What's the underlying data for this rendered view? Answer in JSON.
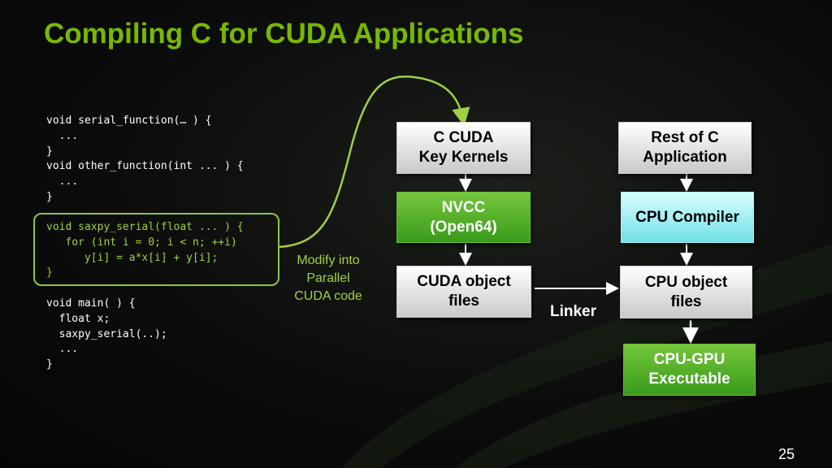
{
  "slide": {
    "title": "Compiling C for CUDA Applications",
    "number": "25"
  },
  "code": {
    "top_block": "void serial_function(… ) {\n  ...\n}\nvoid other_function(int ... ) {\n  ...\n}",
    "saxpy_block": "void saxpy_serial(float ... ) {\n   for (int i = 0; i < n; ++i)\n      y[i] = a*x[i] + y[i];\n}",
    "main_block": "void main( ) {\n  float x;\n  saxpy_serial(..);\n  ...\n}"
  },
  "caption": {
    "line1": "Modify into",
    "line2": "Parallel",
    "line3": "CUDA code"
  },
  "boxes": {
    "c_cuda_kernels": {
      "line1": "C CUDA",
      "line2": "Key Kernels"
    },
    "nvcc": {
      "line1": "NVCC",
      "line2": "(Open64)"
    },
    "cuda_object_files": {
      "line1": "CUDA object",
      "line2": "files"
    },
    "rest_of_c": {
      "line1": "Rest of C",
      "line2": "Application"
    },
    "cpu_compiler": {
      "line1": "CPU Compiler"
    },
    "cpu_object_files": {
      "line1": "CPU object",
      "line2": "files"
    },
    "cpu_gpu_executable": {
      "line1": "CPU-GPU",
      "line2": "Executable"
    }
  },
  "linker_label": "Linker",
  "colors": {
    "accent_green": "#76b900",
    "code_green": "#9fd143",
    "box_green": "#3a9a1b",
    "box_cyan": "#6fe0e6",
    "box_gray": "#c9c9c9"
  }
}
